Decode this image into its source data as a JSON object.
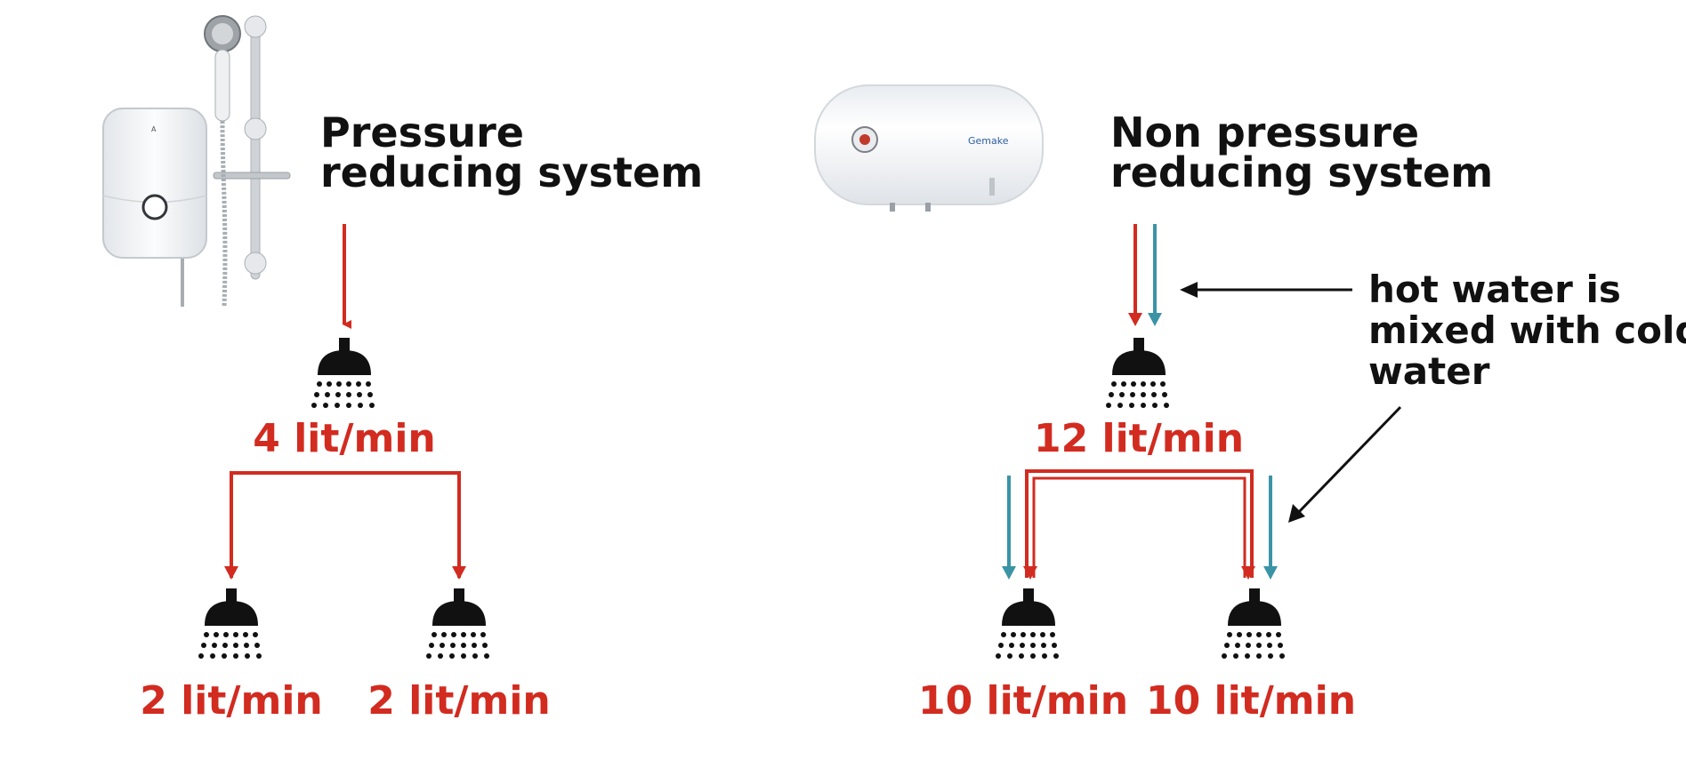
{
  "colors": {
    "hot": "#d22b20",
    "cold": "#3b94a6",
    "text": "#111111",
    "heater_body": "#f2f4f6",
    "chrome": "#c9ccd0"
  },
  "left": {
    "title_line1": "Pressure",
    "title_line2": "reducing system",
    "icons": [
      "instant-electric-heater-icon",
      "shower-rail-icon",
      "shower-head-icon"
    ],
    "flows": {
      "top": "4 lit/min",
      "bottom_left": "2 lit/min",
      "bottom_right": "2 lit/min"
    }
  },
  "right": {
    "title_line1": "Non pressure",
    "title_line2": "reducing system",
    "icons": [
      "storage-water-heater-icon",
      "shower-head-icon"
    ],
    "heater_brand": "Gemake",
    "flows": {
      "top": "12 lit/min",
      "bottom_left": "10 lit/min",
      "bottom_right": "10 lit/min"
    },
    "note_line1": "hot water is",
    "note_line2": "mixed with cold",
    "note_line3": "water"
  }
}
